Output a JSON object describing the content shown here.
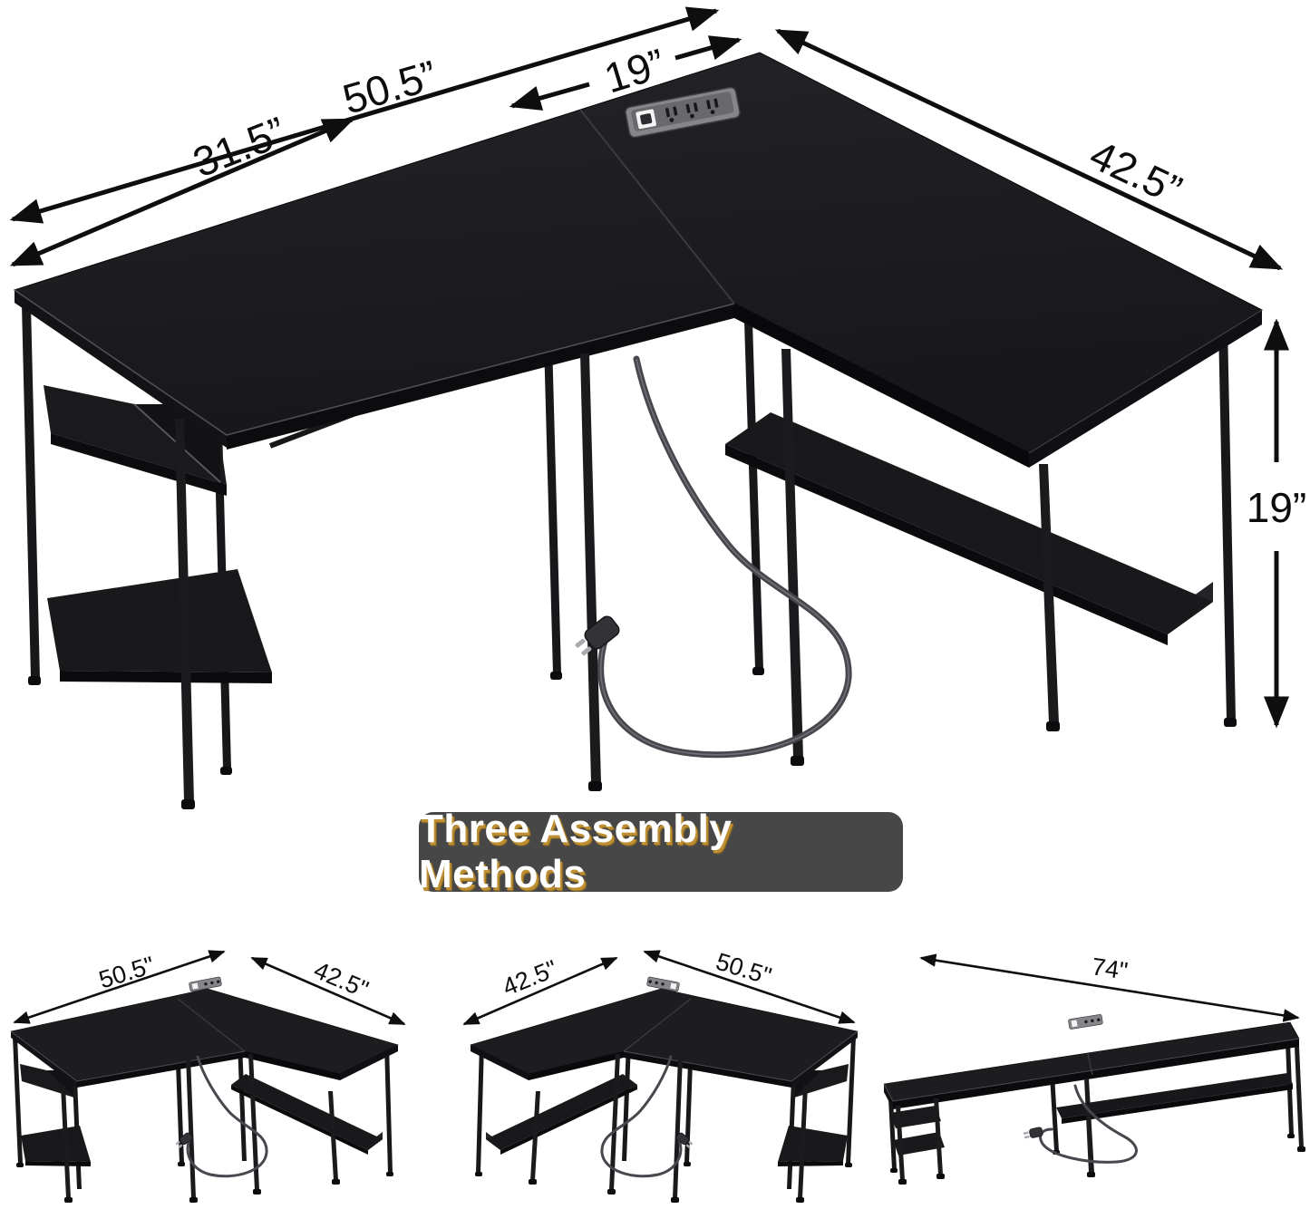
{
  "page": {
    "background": "#ffffff"
  },
  "main_diagram": {
    "description": "Black L-shaped computer desk with built-in power strip, storage shelves and dimension arrows",
    "dimensions": {
      "top_total": "50.5”",
      "top_section": "19”",
      "left_section": "31.5”",
      "right_length": "42.5”",
      "side_height": "19”"
    },
    "colors": {
      "desk": "#1d1d20",
      "arrow": "#0e0e0e",
      "cable": "#47474d",
      "power_strip_body": "#85858a",
      "power_strip_plate": "#f4f4f4"
    }
  },
  "banner": {
    "label": "Three Assembly Methods",
    "background": "#474747",
    "text_color": "#ffffff",
    "shadow_color": "#bf8f33"
  },
  "assembly_options": [
    {
      "id": "l-shaped-left",
      "dim_left": "50.5\"",
      "dim_right": "42.5\""
    },
    {
      "id": "l-shaped-right",
      "dim_left": "42.5\"",
      "dim_right": "50.5\""
    },
    {
      "id": "straight",
      "dim_top": "74\""
    }
  ]
}
